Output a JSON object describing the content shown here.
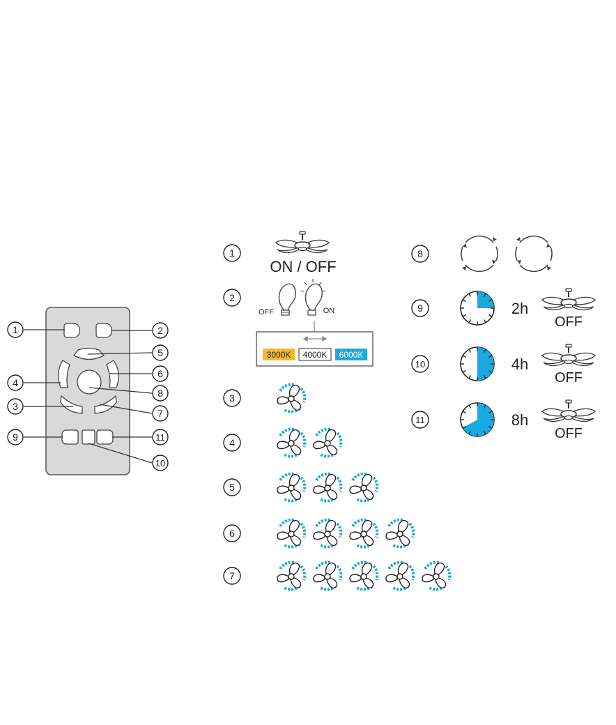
{
  "remote": {
    "callouts": [
      "1",
      "2",
      "3",
      "4",
      "5",
      "6",
      "7",
      "8",
      "9",
      "10",
      "11"
    ]
  },
  "legend": {
    "power": {
      "number": "1",
      "label": "ON / OFF"
    },
    "light": {
      "number": "2",
      "off_label": "OFF",
      "on_label": "ON",
      "temperatures": [
        "3000K",
        "4000K",
        "6000K"
      ]
    },
    "speeds": [
      {
        "number": "3",
        "fans": 1
      },
      {
        "number": "4",
        "fans": 2
      },
      {
        "number": "5",
        "fans": 3
      },
      {
        "number": "6",
        "fans": 4
      },
      {
        "number": "7",
        "fans": 5
      }
    ],
    "direction": {
      "number": "8"
    },
    "timers": [
      {
        "number": "9",
        "hours": "2h",
        "off_label": "OFF",
        "fraction": 0.25
      },
      {
        "number": "10",
        "hours": "4h",
        "off_label": "OFF",
        "fraction": 0.5
      },
      {
        "number": "11",
        "hours": "8h",
        "off_label": "OFF",
        "fraction": 0.6667
      }
    ]
  },
  "colors": {
    "accent_blue": "#1aa9e0",
    "warm_yellow": "#f5b82e",
    "cool_blue": "#1aa9e0",
    "remote_body": "#d9d9d9"
  }
}
